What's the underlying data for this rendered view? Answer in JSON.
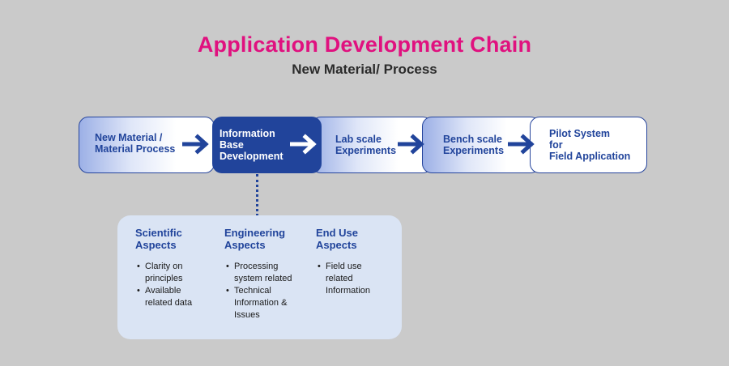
{
  "header": {
    "title": "Application Development Chain",
    "subtitle": "New Material/ Process"
  },
  "chain": {
    "steps": [
      {
        "label": "New Material /\nMaterial Process"
      },
      {
        "label": "Information\nBase\nDevelopment"
      },
      {
        "label": "Lab scale\nExperiments"
      },
      {
        "label": "Bench scale\nExperiments"
      },
      {
        "label": "Pilot System\nfor\nField Application"
      }
    ],
    "arrow_icon": "right-arrow-icon",
    "colors": {
      "accent": "#21449b",
      "title": "#e0117f",
      "panel": "#dae4f4"
    }
  },
  "details": {
    "columns": [
      {
        "title": "Scientific\nAspects",
        "items": [
          "Clarity on\nprinciples",
          "Available\nrelated data"
        ]
      },
      {
        "title": "Engineering\nAspects",
        "items": [
          "Processing\nsystem related",
          "Technical\nInformation &\nIssues"
        ]
      },
      {
        "title": "End Use\nAspects",
        "items": [
          "Field use\nrelated\nInformation"
        ]
      }
    ]
  }
}
